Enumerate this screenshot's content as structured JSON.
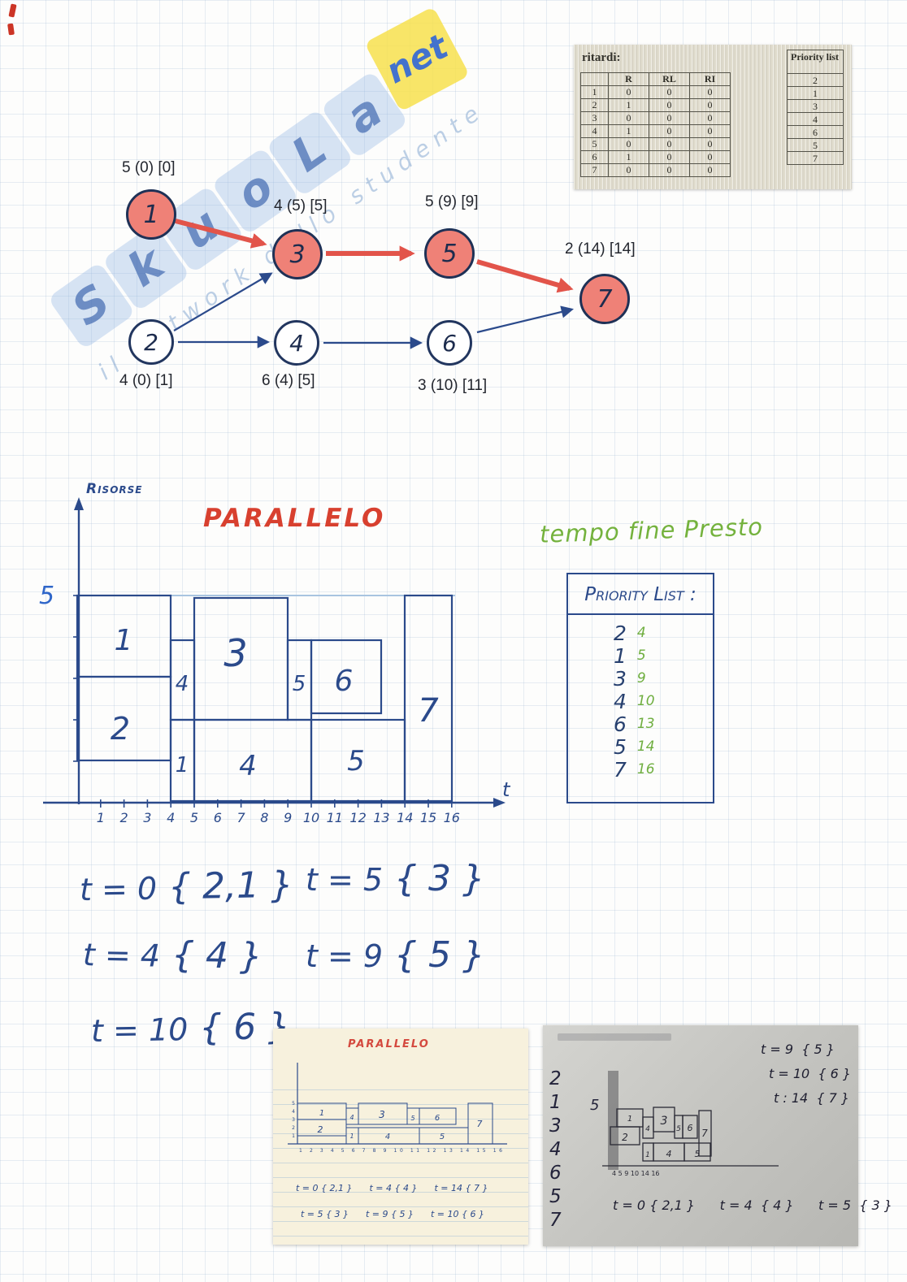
{
  "watermark": {
    "letters": [
      "S",
      "k",
      "u",
      "o",
      "L",
      "a"
    ],
    "suffix": "net",
    "tagline": "il network dello studente"
  },
  "ritardi": {
    "title": "ritardi:",
    "cols": [
      "R",
      "RL",
      "RI"
    ],
    "rows": [
      {
        "id": "1",
        "R": "0",
        "RL": "0",
        "RI": "0"
      },
      {
        "id": "2",
        "R": "1",
        "RL": "0",
        "RI": "0"
      },
      {
        "id": "3",
        "R": "0",
        "RL": "0",
        "RI": "0"
      },
      {
        "id": "4",
        "R": "1",
        "RL": "0",
        "RI": "0"
      },
      {
        "id": "5",
        "R": "0",
        "RL": "0",
        "RI": "0"
      },
      {
        "id": "6",
        "R": "1",
        "RL": "0",
        "RI": "0"
      },
      {
        "id": "7",
        "R": "0",
        "RL": "0",
        "RI": "0"
      }
    ],
    "priority_header": "Priority list",
    "priority_values": [
      "2",
      "1",
      "3",
      "4",
      "6",
      "5",
      "7"
    ]
  },
  "network": {
    "nodes": [
      {
        "num": "1",
        "label": "5 (0) [0]"
      },
      {
        "num": "2",
        "label": "4 (0) [1]"
      },
      {
        "num": "3",
        "label": "4 (5) [5]"
      },
      {
        "num": "4",
        "label": "6 (4) [5]"
      },
      {
        "num": "5",
        "label": "5 (9) [9]"
      },
      {
        "num": "6",
        "label": "3 (10) [11]"
      },
      {
        "num": "7",
        "label": "2 (14) [14]"
      }
    ]
  },
  "gantt": {
    "y_label": "Risorse",
    "title": "PARALLELO",
    "x_label": "t",
    "y_max": "5",
    "x_ticks": [
      "1",
      "2",
      "3",
      "4",
      "5",
      "6",
      "7",
      "8",
      "9",
      "10",
      "11",
      "12",
      "13",
      "14",
      "15",
      "16"
    ],
    "blocks": [
      {
        "label": "1",
        "t_start": 0,
        "t_end": 4
      },
      {
        "label": "2",
        "t_start": 0,
        "t_end": 4
      },
      {
        "label": "4",
        "t_start": 4,
        "t_end": 5
      },
      {
        "label": "3",
        "t_start": 5,
        "t_end": 9
      },
      {
        "label": "5",
        "t_start": 9,
        "t_end": 10
      },
      {
        "label": "6",
        "t_start": 10,
        "t_end": 13
      },
      {
        "label": "7",
        "t_start": 14,
        "t_end": 16
      },
      {
        "label": "1",
        "t_start": 4,
        "t_end": 5
      },
      {
        "label": "4",
        "t_start": 5,
        "t_end": 10
      },
      {
        "label": "5",
        "t_start": 10,
        "t_end": 14
      }
    ]
  },
  "tempo_heading": "tempo fine Presto",
  "priority_list": {
    "title": "Priority List :",
    "entries": [
      {
        "task": "2",
        "time": "4"
      },
      {
        "task": "1",
        "time": "5"
      },
      {
        "task": "3",
        "time": "9"
      },
      {
        "task": "4",
        "time": "10"
      },
      {
        "task": "6",
        "time": "13"
      },
      {
        "task": "5",
        "time": "14"
      },
      {
        "task": "7",
        "time": "16"
      }
    ]
  },
  "notes": [
    {
      "t": "t = 0",
      "s": "{ 2,1 }"
    },
    {
      "t": "t = 5",
      "s": "{ 3 }"
    },
    {
      "t": "t = 4",
      "s": "{ 4 }"
    },
    {
      "t": "t = 9",
      "s": "{ 5 }"
    },
    {
      "t": "t = 10",
      "s": "{ 6 }"
    }
  ],
  "thumb_notebook": {
    "title": "PARALLELO",
    "y_ticks": [
      "5",
      "4",
      "3",
      "2",
      "1"
    ],
    "x_ticks_text": "1 2 3 4 5 6 7 8 9 10 11 12 13 14 15 16",
    "line1": "t = 0 { 2,1 }      t = 4 { 4 }      t = 14 { 7 }",
    "line2": "t = 5 { 3 }      t = 9 { 5 }      t = 10 { 6 }"
  },
  "thumb_photo": {
    "left_column": [
      "2",
      "1",
      "3",
      "4",
      "6",
      "5",
      "7"
    ],
    "y_max": "5",
    "axis_nums": "4 5      9 10    14 16",
    "right_lines": [
      "t = 9  { 5 }",
      "t = 10  { 6 }",
      "t : 14  { 7 }"
    ],
    "bottom_line": "t = 0 { 2,1 }      t = 4  { 4 }      t = 5  { 3 }"
  }
}
